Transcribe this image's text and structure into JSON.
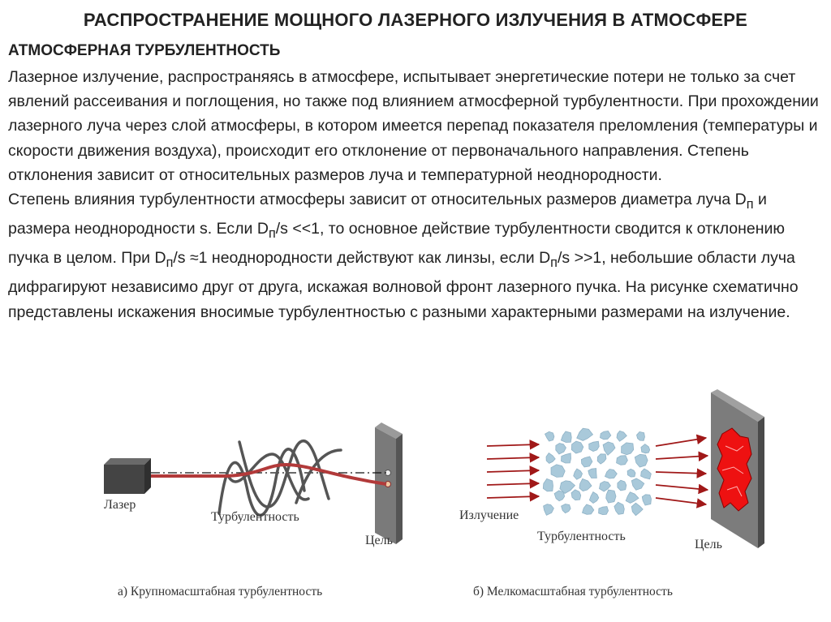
{
  "title": "РАСПРОСТРАНЕНИЕ МОЩНОГО ЛАЗЕРНОГО ИЗЛУЧЕНИЯ В АТМОСФЕРЕ",
  "subtitle": "АТМОСФЕРНАЯ ТУРБУЛЕНТНОСТЬ",
  "paragraph1": "Лазерное излучение, распространяясь в атмосфере, испытывает энергетические потери не только за счет явлений рассеивания и поглощения, но также под влиянием атмосферной турбулентности. При прохождении лазерного луча через слой атмосферы, в котором имеется перепад показателя преломления (температуры и скорости движения воздуха), происходит его отклонение от первоначального направления. Степень отклонения зависит от относительных размеров луча и температурной неоднородности.",
  "paragraph2": {
    "t1": "Степень влияния турбулентности атмосферы зависит от относительных размеров диаметра луча D",
    "t2": " и размера неоднородности s. Если D",
    "t3": "/s <<1, то основное действие турбулентности сводится к отклонению пучка в целом. При D",
    "t4": "/s ≈1 неоднородности действуют как линзы, если D",
    "t5": "/s >>1, небольшие области луча дифрагируют независимо друг от друга, искажая волновой фронт лазерного пучка. На рисунке схематично представлены искажения вносимые турбулентностью с разными характерными размерами на излучение.",
    "sub": "п"
  },
  "figure_a": {
    "laser_label": "Лазер",
    "turbulence_label": "Турбулентность",
    "target_label": "Цель",
    "caption": "а) Крупномасштабная турбулентность"
  },
  "figure_b": {
    "radiation_label": "Излучение",
    "turbulence_label": "Турбулентность",
    "target_label": "Цель",
    "caption": "б) Мелкомасштабная турбулентность"
  },
  "colors": {
    "beam": "#b23a3a",
    "arrow": "#a01818",
    "cell": "#a9c9da",
    "spot": "#ee1111"
  }
}
